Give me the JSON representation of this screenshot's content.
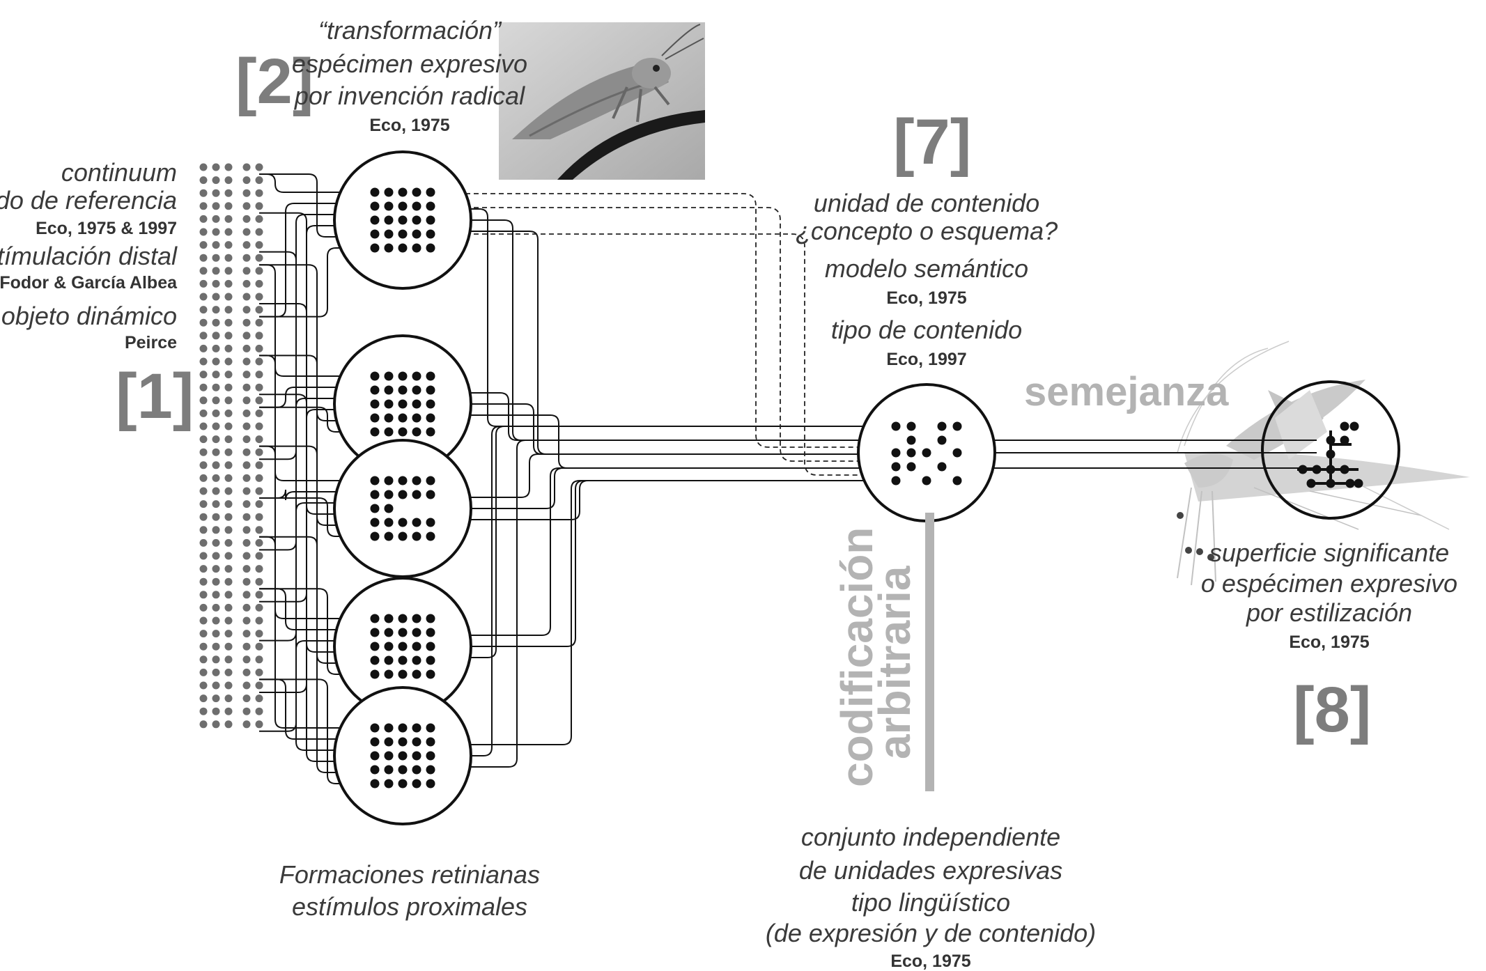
{
  "labels": {
    "n1": "[1]",
    "n2": "[2]",
    "n7": "[7]",
    "n8": "[8]",
    "left_1": "continuum",
    "left_2": "mundo de referencia",
    "left_3": "Eco, 1975 & 1997",
    "left_4": "estímulación distal",
    "left_5": "Fodor & García Albea",
    "left_6": "objeto dinámico",
    "left_7": "Peirce",
    "top_1": "“transformación”",
    "top_2": "espécimen expresivo",
    "top_3": "por invención radical",
    "top_4": "Eco, 1975",
    "mid_1": "unidad de contenido",
    "mid_2": "¿concepto o esquema?",
    "mid_3": "modelo semántico",
    "mid_4": "Eco, 1975",
    "mid_5": "tipo de contenido",
    "mid_6": "Eco, 1997",
    "semejanza": "semejanza",
    "codif_1": "codificación",
    "codif_2": "arbitraria",
    "bottom_left_1": "Formaciones retinianas",
    "bottom_left_2": "estímulos proximales",
    "bottom_mid_1": "conjunto independiente",
    "bottom_mid_2": "de unidades expresivas",
    "bottom_mid_3": "tipo lingüístico",
    "bottom_mid_4": "(de expresión y de contenido)",
    "bottom_mid_5": "Eco, 1975",
    "right_1": "superficie significante",
    "right_2": "o espécimen expresivo",
    "right_3": "por estilización",
    "right_4": "Eco, 1975"
  },
  "colors": {
    "ink": "#111111",
    "grid_dots": "#6e6e6e",
    "label_gray": "#7d7d7d",
    "light_gray": "#b3b3b3",
    "photo_bg": "#c9c9c9"
  },
  "icons": {
    "photo": "grasshopper-photo",
    "stylized": "stylized-grasshopper-icon"
  }
}
